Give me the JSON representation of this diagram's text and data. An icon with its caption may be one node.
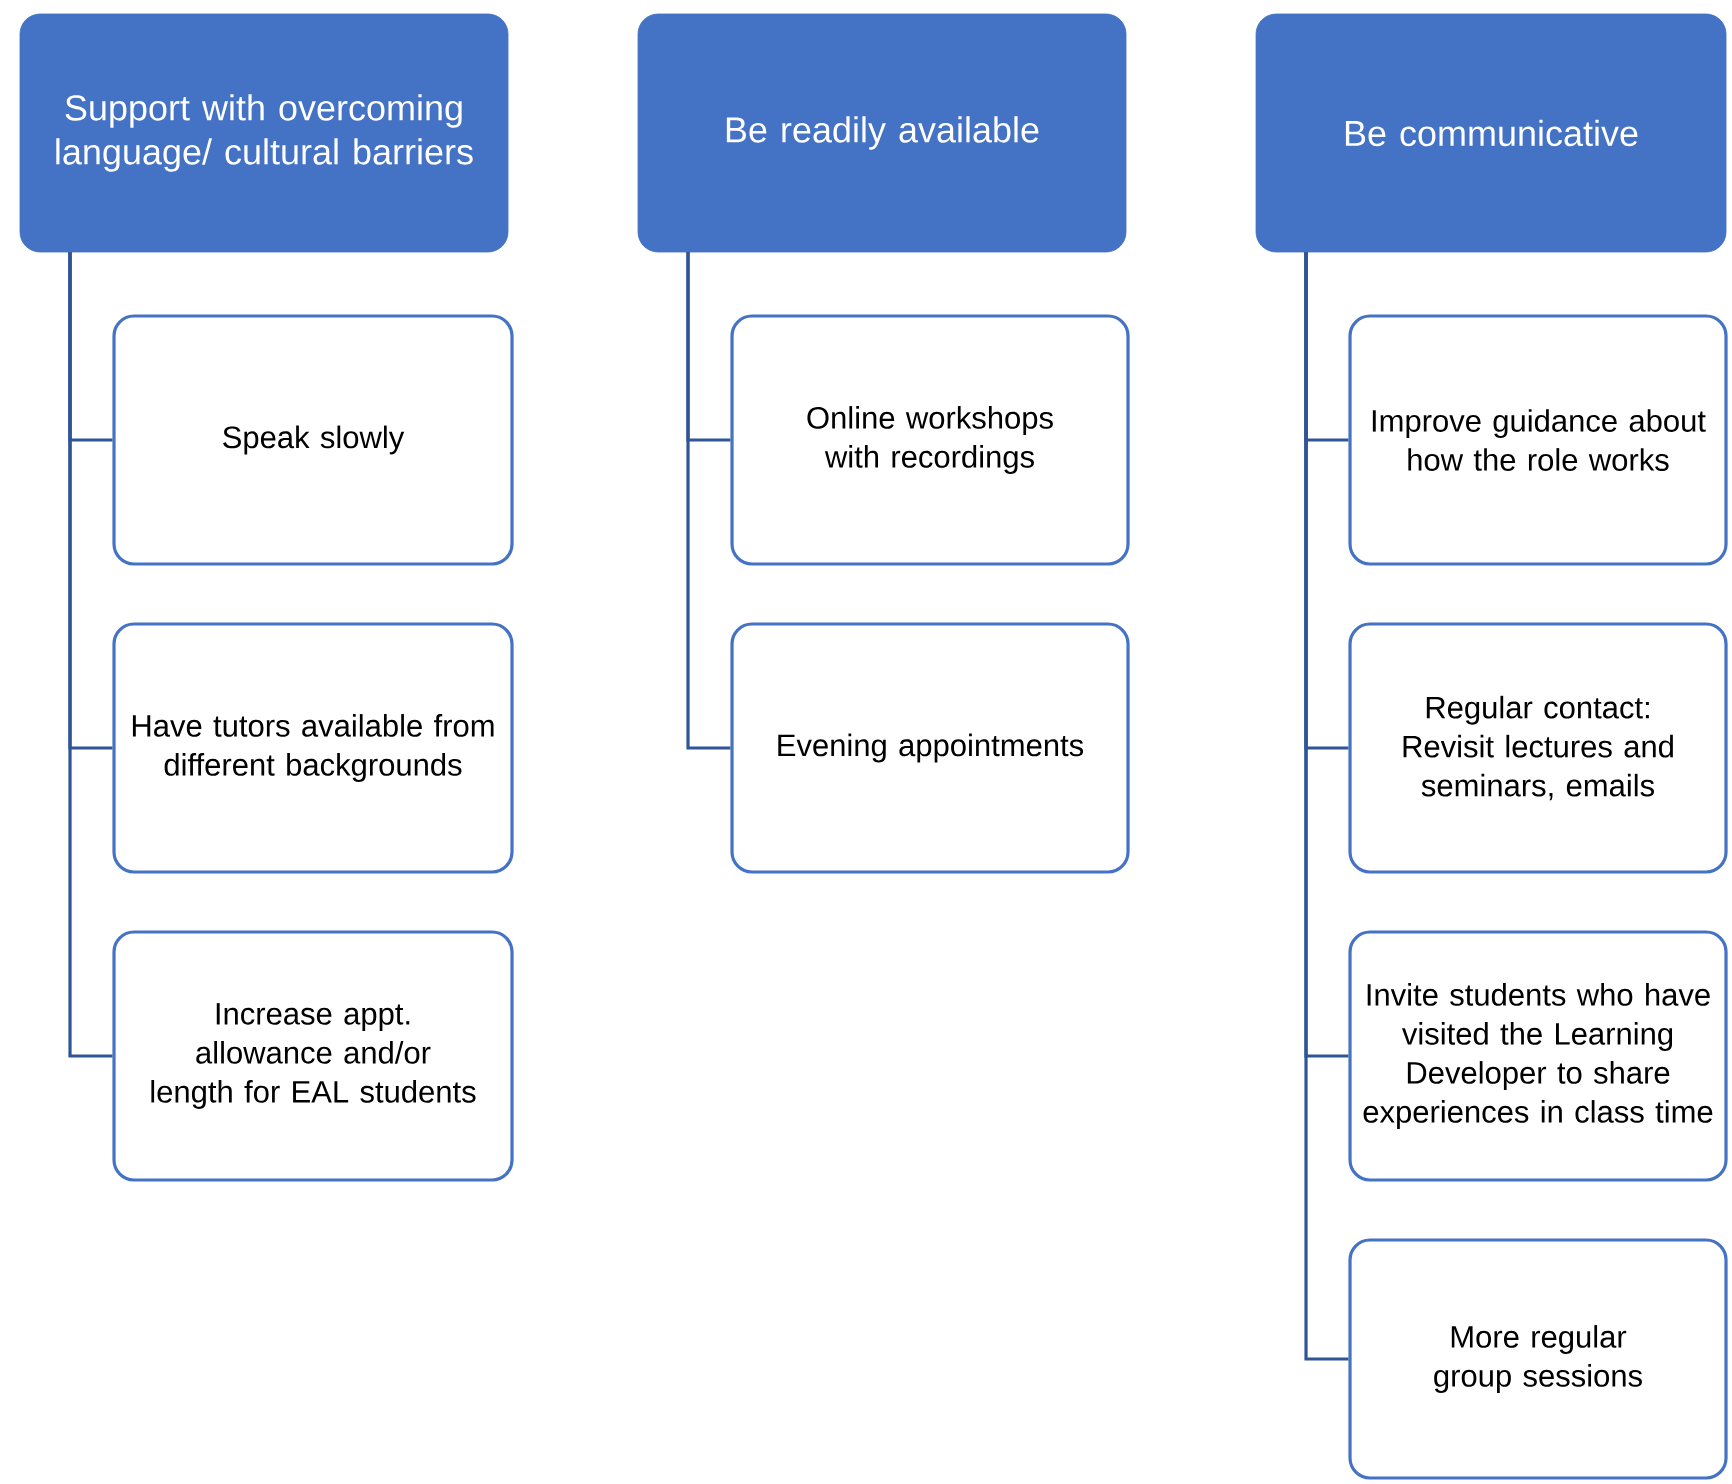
{
  "diagram": {
    "nodes": [
      {
        "text": [
          "Support with overcoming language/ cultural barriers"
        ]
      },
      {
        "text": [
          "Speak slowly"
        ]
      },
      {
        "text": [
          "Have tutors available from different backgrounds"
        ]
      },
      {
        "text": [
          "Increase appt. allowance and/or length for EAL students"
        ]
      },
      {
        "text": [
          "Be readily available"
        ]
      },
      {
        "text": [
          "Online workshops with recordings"
        ]
      },
      {
        "text": [
          "Evening appointments"
        ]
      },
      {
        "text": [
          "Be communicative"
        ]
      },
      {
        "text": [
          "Improve guidance about how the role works"
        ]
      },
      {
        "text": [
          "Regular contact: Revisit lectures and seminars, emails"
        ]
      },
      {
        "text": [
          "Invite students who have visited the Learning Developer to share experiences in class time"
        ]
      },
      {
        "text": [
          "More regular group sessions"
        ]
      }
    ],
    "edges": [
      {
        "from": 0,
        "to": 1,
        "arrow": "none"
      },
      {
        "from": 0,
        "to": 2,
        "arrow": "none"
      },
      {
        "from": 0,
        "to": 3,
        "arrow": "none"
      },
      {
        "from": 4,
        "to": 5,
        "arrow": "none"
      },
      {
        "from": 4,
        "to": 6,
        "arrow": "none"
      },
      {
        "from": 7,
        "to": 8,
        "arrow": "none"
      },
      {
        "from": 7,
        "to": 9,
        "arrow": "none"
      },
      {
        "from": 7,
        "to": 10,
        "arrow": "none"
      },
      {
        "from": 7,
        "to": 11,
        "arrow": "none"
      }
    ]
  }
}
